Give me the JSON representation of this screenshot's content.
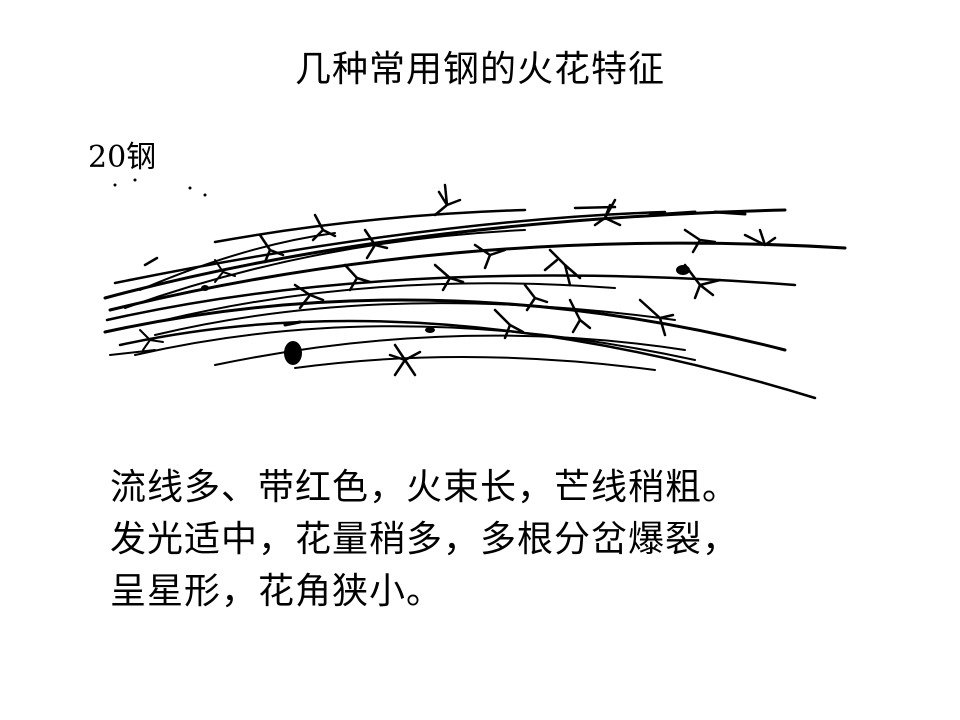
{
  "slide": {
    "title": "几种常用钢的火花特征",
    "steel_label": "20钢",
    "description_lines": [
      "流线多、带红色，火束长，芒线稍粗。",
      "发光适中，花量稍多，多根分岔爆裂，",
      "呈星形，花角狭小。"
    ]
  },
  "figure": {
    "stroke_color": "#000000",
    "background": "#ffffff"
  }
}
